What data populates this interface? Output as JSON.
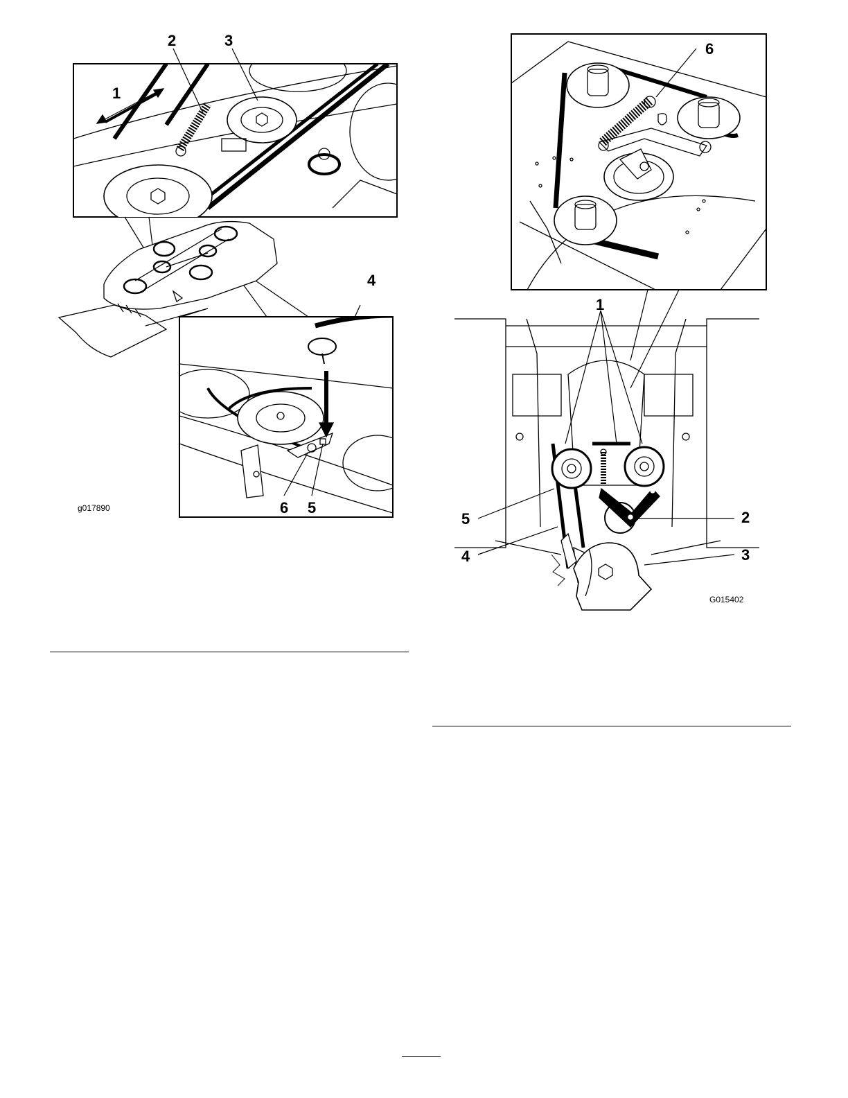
{
  "figure_left": {
    "id": "g017890",
    "callouts": [
      "1",
      "2",
      "3",
      "4",
      "5",
      "6"
    ]
  },
  "figure_right": {
    "id": "G015402",
    "callouts": [
      "1",
      "2",
      "3",
      "4",
      "5",
      "6"
    ]
  }
}
